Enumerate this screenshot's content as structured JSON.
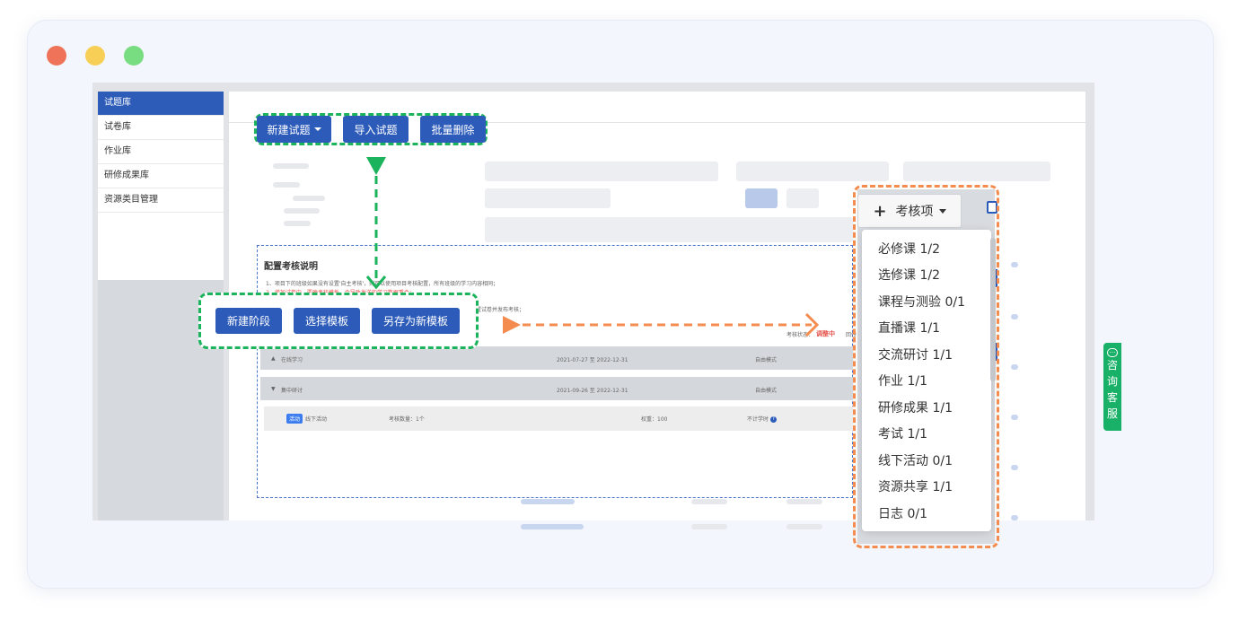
{
  "sidebar": {
    "items": [
      {
        "label": "试题库",
        "active": true
      },
      {
        "label": "试卷库",
        "active": false
      },
      {
        "label": "作业库",
        "active": false
      },
      {
        "label": "研修成果库",
        "active": false
      },
      {
        "label": "资源类目管理",
        "active": false
      }
    ]
  },
  "toolbar": {
    "new_question": "新建试题",
    "import_question": "导入试题",
    "batch_delete": "批量删除"
  },
  "config": {
    "title": "配置考核说明",
    "note_line1": "1、项目下的班级如果没有设置'自主考核'，则可以使用项目考核配置，所有班级的学习内容相同；",
    "note_line2": "2、增加试卷中，要确考核模板，会导致发送的学习数据重合；",
    "note_line3": "置试卷并发布考核；",
    "status_label": "考核状态：",
    "status_value": "调整中",
    "status_extra": "回传"
  },
  "stage_buttons": {
    "new_stage": "新建阶段",
    "select_template": "选择模板",
    "save_template": "另存为新模板"
  },
  "stages": [
    {
      "name": "在线学习",
      "date": "2021-07-27 至 2022-12-31",
      "mode": "自由模式",
      "expanded": false
    },
    {
      "name": "集中研讨",
      "date": "2021-09-26 至 2022-12-31",
      "mode": "自由模式",
      "expanded": true
    }
  ],
  "activity": {
    "tag": "活动",
    "name": "线下活动",
    "count": "考核数量：1个",
    "weight": "权重：100",
    "hours": "不计学时",
    "help": "?"
  },
  "assessment": {
    "button_label": "考核项",
    "plus": "+",
    "items": [
      "必修课 1/2",
      "选修课 1/2",
      "课程与测验 0/1",
      "直播课 1/1",
      "交流研讨 1/1",
      "作业 1/1",
      "研修成果 1/1",
      "考试 1/1",
      "线下活动 0/1",
      "资源共享 1/1",
      "日志 0/1"
    ]
  },
  "support": {
    "chars": [
      "咨",
      "询",
      "客",
      "服"
    ],
    "bubble": "···"
  },
  "colors": {
    "primary_blue": "#2d5bb9",
    "callout_green": "#1bb35c",
    "callout_orange": "#f58c4f",
    "status_red": "#e5534b",
    "support_green": "#19b067"
  }
}
